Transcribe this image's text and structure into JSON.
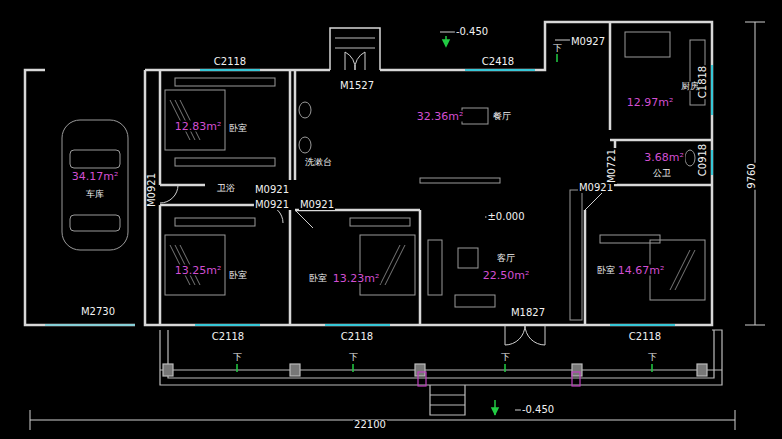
{
  "diagram": {
    "labels": [
      "C2118",
      "M1527",
      "-0.450",
      "C2418",
      "M0927",
      "厨房",
      "12.97m²",
      "C1818",
      "12.83m²",
      "卧室",
      "洗漱台",
      "32.36m²",
      "餐厅",
      "3.68m²",
      "公卫",
      "C0918",
      "M0921",
      "34.17m²",
      "车库",
      "卫浴",
      "M0921",
      "M0921",
      "M0921",
      "±0.000",
      "9760",
      "13.25m²",
      "卧室",
      "卧室",
      "13.23m²",
      "客厅",
      "22.50m²",
      "卧室",
      "14.67m²",
      "M0921",
      "M0721",
      "M2730",
      "C2118",
      "C2118",
      "M1827",
      "C2118",
      "下",
      "下",
      "下",
      "下",
      "下",
      "-0.450",
      "22100"
    ]
  }
}
